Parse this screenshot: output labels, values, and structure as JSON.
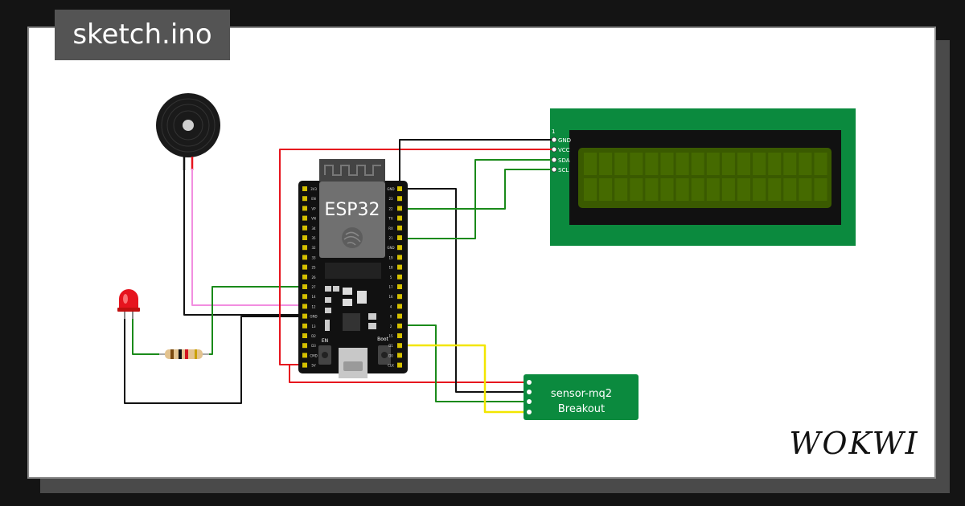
{
  "header": {
    "title": "sketch.ino"
  },
  "brand": {
    "logo_text": "WOKWI"
  },
  "esp32": {
    "label": "ESP32",
    "btn_en": "EN",
    "btn_boot": "Boot",
    "left_pins": [
      "3V3",
      "EN",
      "VP",
      "VN",
      "34",
      "35",
      "32",
      "33",
      "25",
      "26",
      "27",
      "14",
      "12",
      "GND",
      "13",
      "D2",
      "D3",
      "CMD",
      "5V"
    ],
    "right_pins": [
      "GND",
      "23",
      "22",
      "TX",
      "RX",
      "21",
      "GND",
      "19",
      "18",
      "5",
      "17",
      "16",
      "4",
      "0",
      "2",
      "15",
      "D1",
      "D0",
      "CLK"
    ]
  },
  "lcd": {
    "pin_index": "1",
    "pins": [
      "GND",
      "VCC",
      "SDA",
      "SCL"
    ]
  },
  "sensor": {
    "line1": "sensor-mq2",
    "line2": "Breakout"
  },
  "colors": {
    "wire_red": "#e6141e",
    "wire_black": "#111111",
    "wire_green": "#1a8a1a",
    "wire_yellow": "#f2e600",
    "wire_pink": "#f28ee0",
    "board_green": "#0b8a3e",
    "lcd_screen": "#3a5a00"
  }
}
